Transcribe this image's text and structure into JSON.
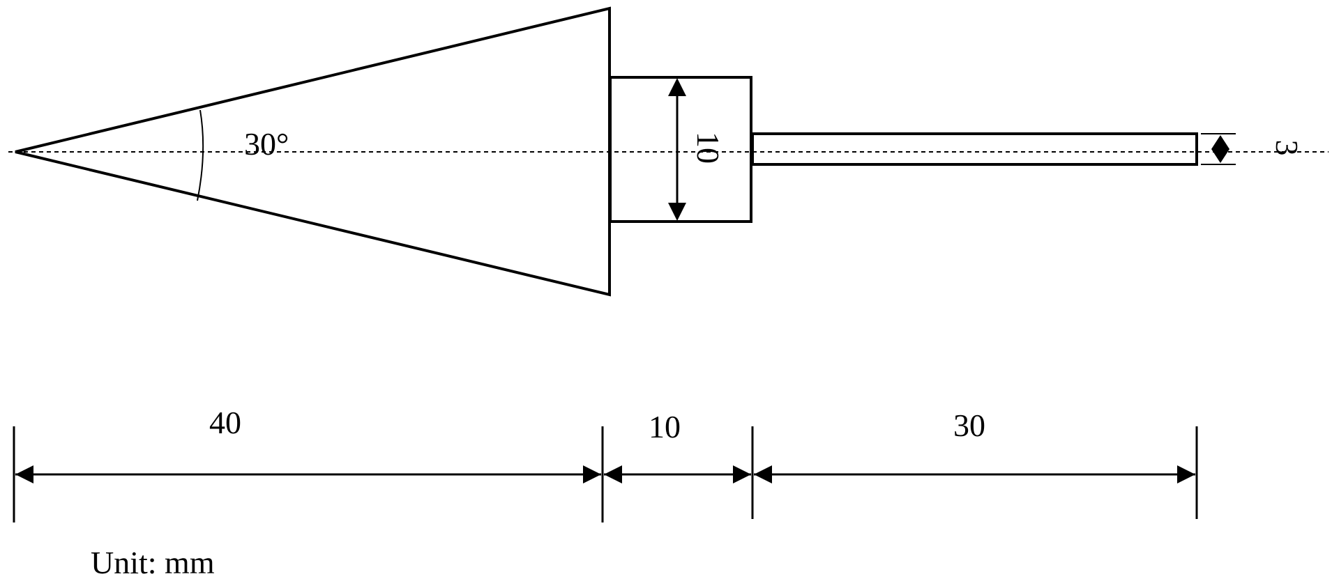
{
  "labels": {
    "angle": "30°",
    "base_diameter": "10",
    "rod_diameter": "3",
    "cone_length": "40",
    "base_length": "10",
    "rod_length": "30",
    "unit": "Unit: mm"
  },
  "colors": {
    "stroke": "#000000",
    "background": "#ffffff"
  }
}
